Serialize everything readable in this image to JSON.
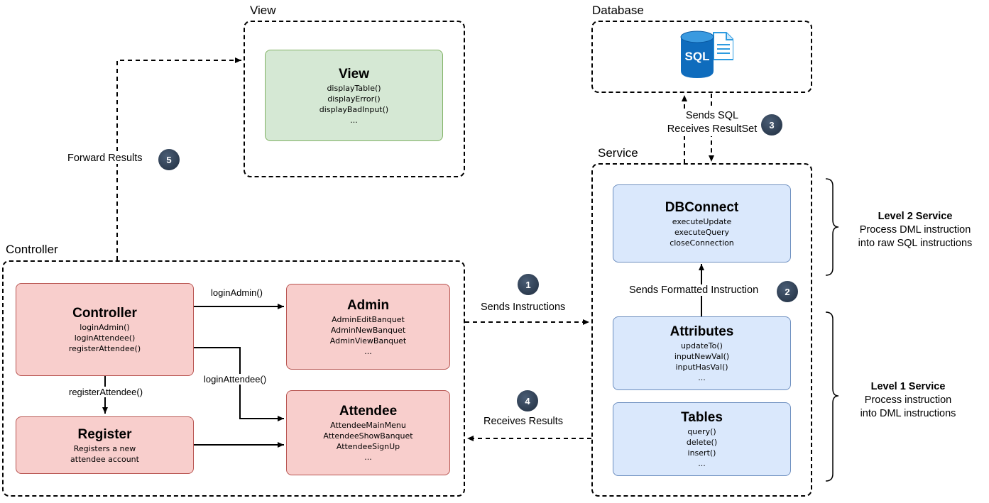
{
  "groups": {
    "view": "View",
    "database": "Database",
    "service": "Service",
    "controller": "Controller"
  },
  "boxes": {
    "view": {
      "title": "View",
      "lines": [
        "displayTable()",
        "displayError()",
        "displayBadInput()",
        "..."
      ]
    },
    "dbconnect": {
      "title": "DBConnect",
      "lines": [
        "executeUpdate",
        "executeQuery",
        "closeConnection"
      ]
    },
    "attributes": {
      "title": "Attributes",
      "lines": [
        "updateTo()",
        "inputNewVal()",
        "inputHasVal()",
        "..."
      ]
    },
    "tables": {
      "title": "Tables",
      "lines": [
        "query()",
        "delete()",
        "insert()",
        "..."
      ]
    },
    "controller": {
      "title": "Controller",
      "lines": [
        "loginAdmin()",
        "loginAttendee()",
        "registerAttendee()"
      ]
    },
    "admin": {
      "title": "Admin",
      "lines": [
        "AdminEditBanquet",
        "AdminNewBanquet",
        "AdminViewBanquet",
        "..."
      ]
    },
    "attendee": {
      "title": "Attendee",
      "lines": [
        "AttendeeMainMenu",
        "AttendeeShowBanquet",
        "AttendeeSignUp",
        "..."
      ]
    },
    "register": {
      "title": "Register",
      "lines": [
        "Registers a new",
        "attendee account"
      ]
    }
  },
  "edge_labels": {
    "login_admin": "loginAdmin()",
    "login_attendee": "loginAttendee()",
    "register_attendee": "registerAttendee()",
    "forward_results": "Forward Results",
    "sends_instructions": "Sends Instructions",
    "receives_results": "Receives Results",
    "sends_sql": "Sends SQL",
    "receives_resultset": "Receives ResultSet",
    "sends_formatted": "Sends Formatted Instruction"
  },
  "badges": {
    "b1": "1",
    "b2": "2",
    "b3": "3",
    "b4": "4",
    "b5": "5"
  },
  "notes": {
    "level2": {
      "title": "Level 2 Service",
      "lines": [
        "Process DML instruction",
        "into raw SQL instructions"
      ]
    },
    "level1": {
      "title": "Level 1 Service",
      "lines": [
        "Process instruction",
        "into DML instructions"
      ]
    }
  },
  "sql_icon": {
    "name": "sql-database-icon",
    "text": "SQL"
  },
  "colors": {
    "green_fill": "#d5e8d4",
    "green_stroke": "#82b366",
    "red_fill": "#f8cecc",
    "red_stroke": "#b85450",
    "blue_fill": "#dae8fc",
    "blue_stroke": "#6c8ebf",
    "badge": "#2e3e52",
    "sql_blue": "#0f6cbd"
  }
}
